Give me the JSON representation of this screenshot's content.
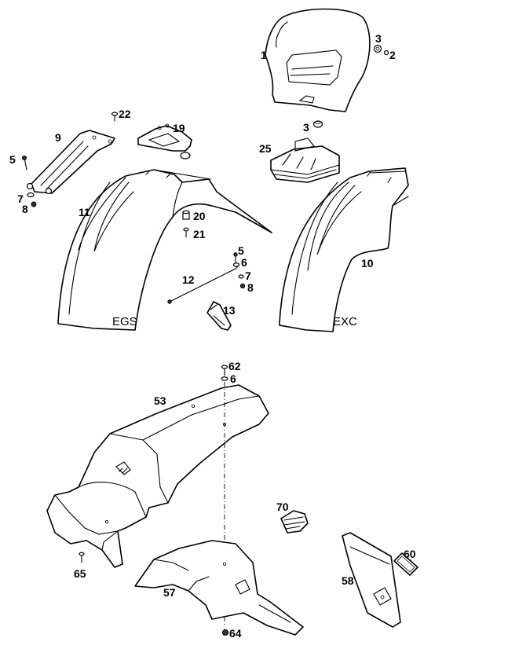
{
  "callouts": {
    "c1": "1",
    "c2": "2",
    "c3a": "3",
    "c3b": "3",
    "c5a": "5",
    "c5b": "5",
    "c6a": "6",
    "c6b": "6",
    "c7a": "7",
    "c7b": "7",
    "c8a": "8",
    "c8b": "8",
    "c9": "9",
    "c10": "10",
    "c11": "11",
    "c12": "12",
    "c13": "13",
    "c19": "19",
    "c20": "20",
    "c21": "21",
    "c22": "22",
    "c25": "25",
    "c53": "53",
    "c57": "57",
    "c58": "58",
    "c60": "60",
    "c62": "62",
    "c64": "64",
    "c65": "65",
    "c70": "70"
  },
  "variants": {
    "egs": "EGS",
    "exc": "EXC"
  },
  "colors": {
    "line": "#000000",
    "fill": "#ffffff"
  }
}
